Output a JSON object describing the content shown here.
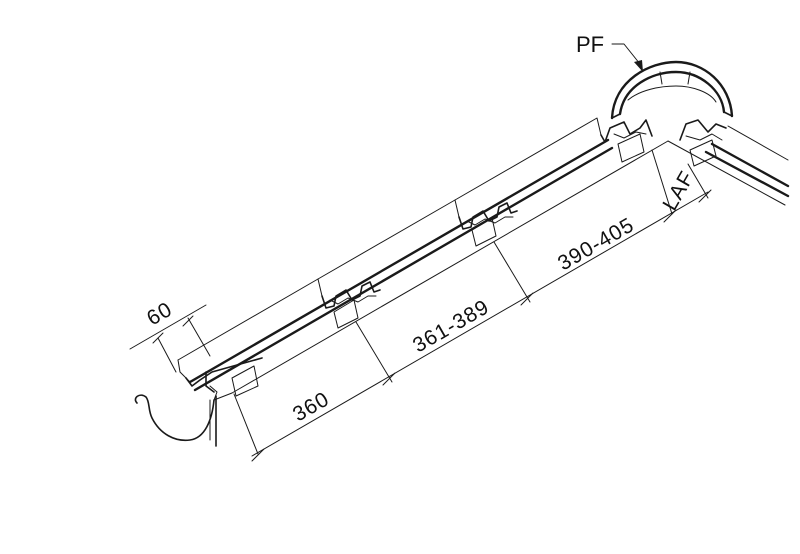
{
  "labels": {
    "ridge": "PF",
    "overhang": "60",
    "eaves_batten": "360",
    "mid_batten": "361-389",
    "top_batten": "390-405",
    "ridge_gap": "LAF"
  },
  "colors": {
    "line": "#1a1a1a",
    "background": "#ffffff"
  }
}
